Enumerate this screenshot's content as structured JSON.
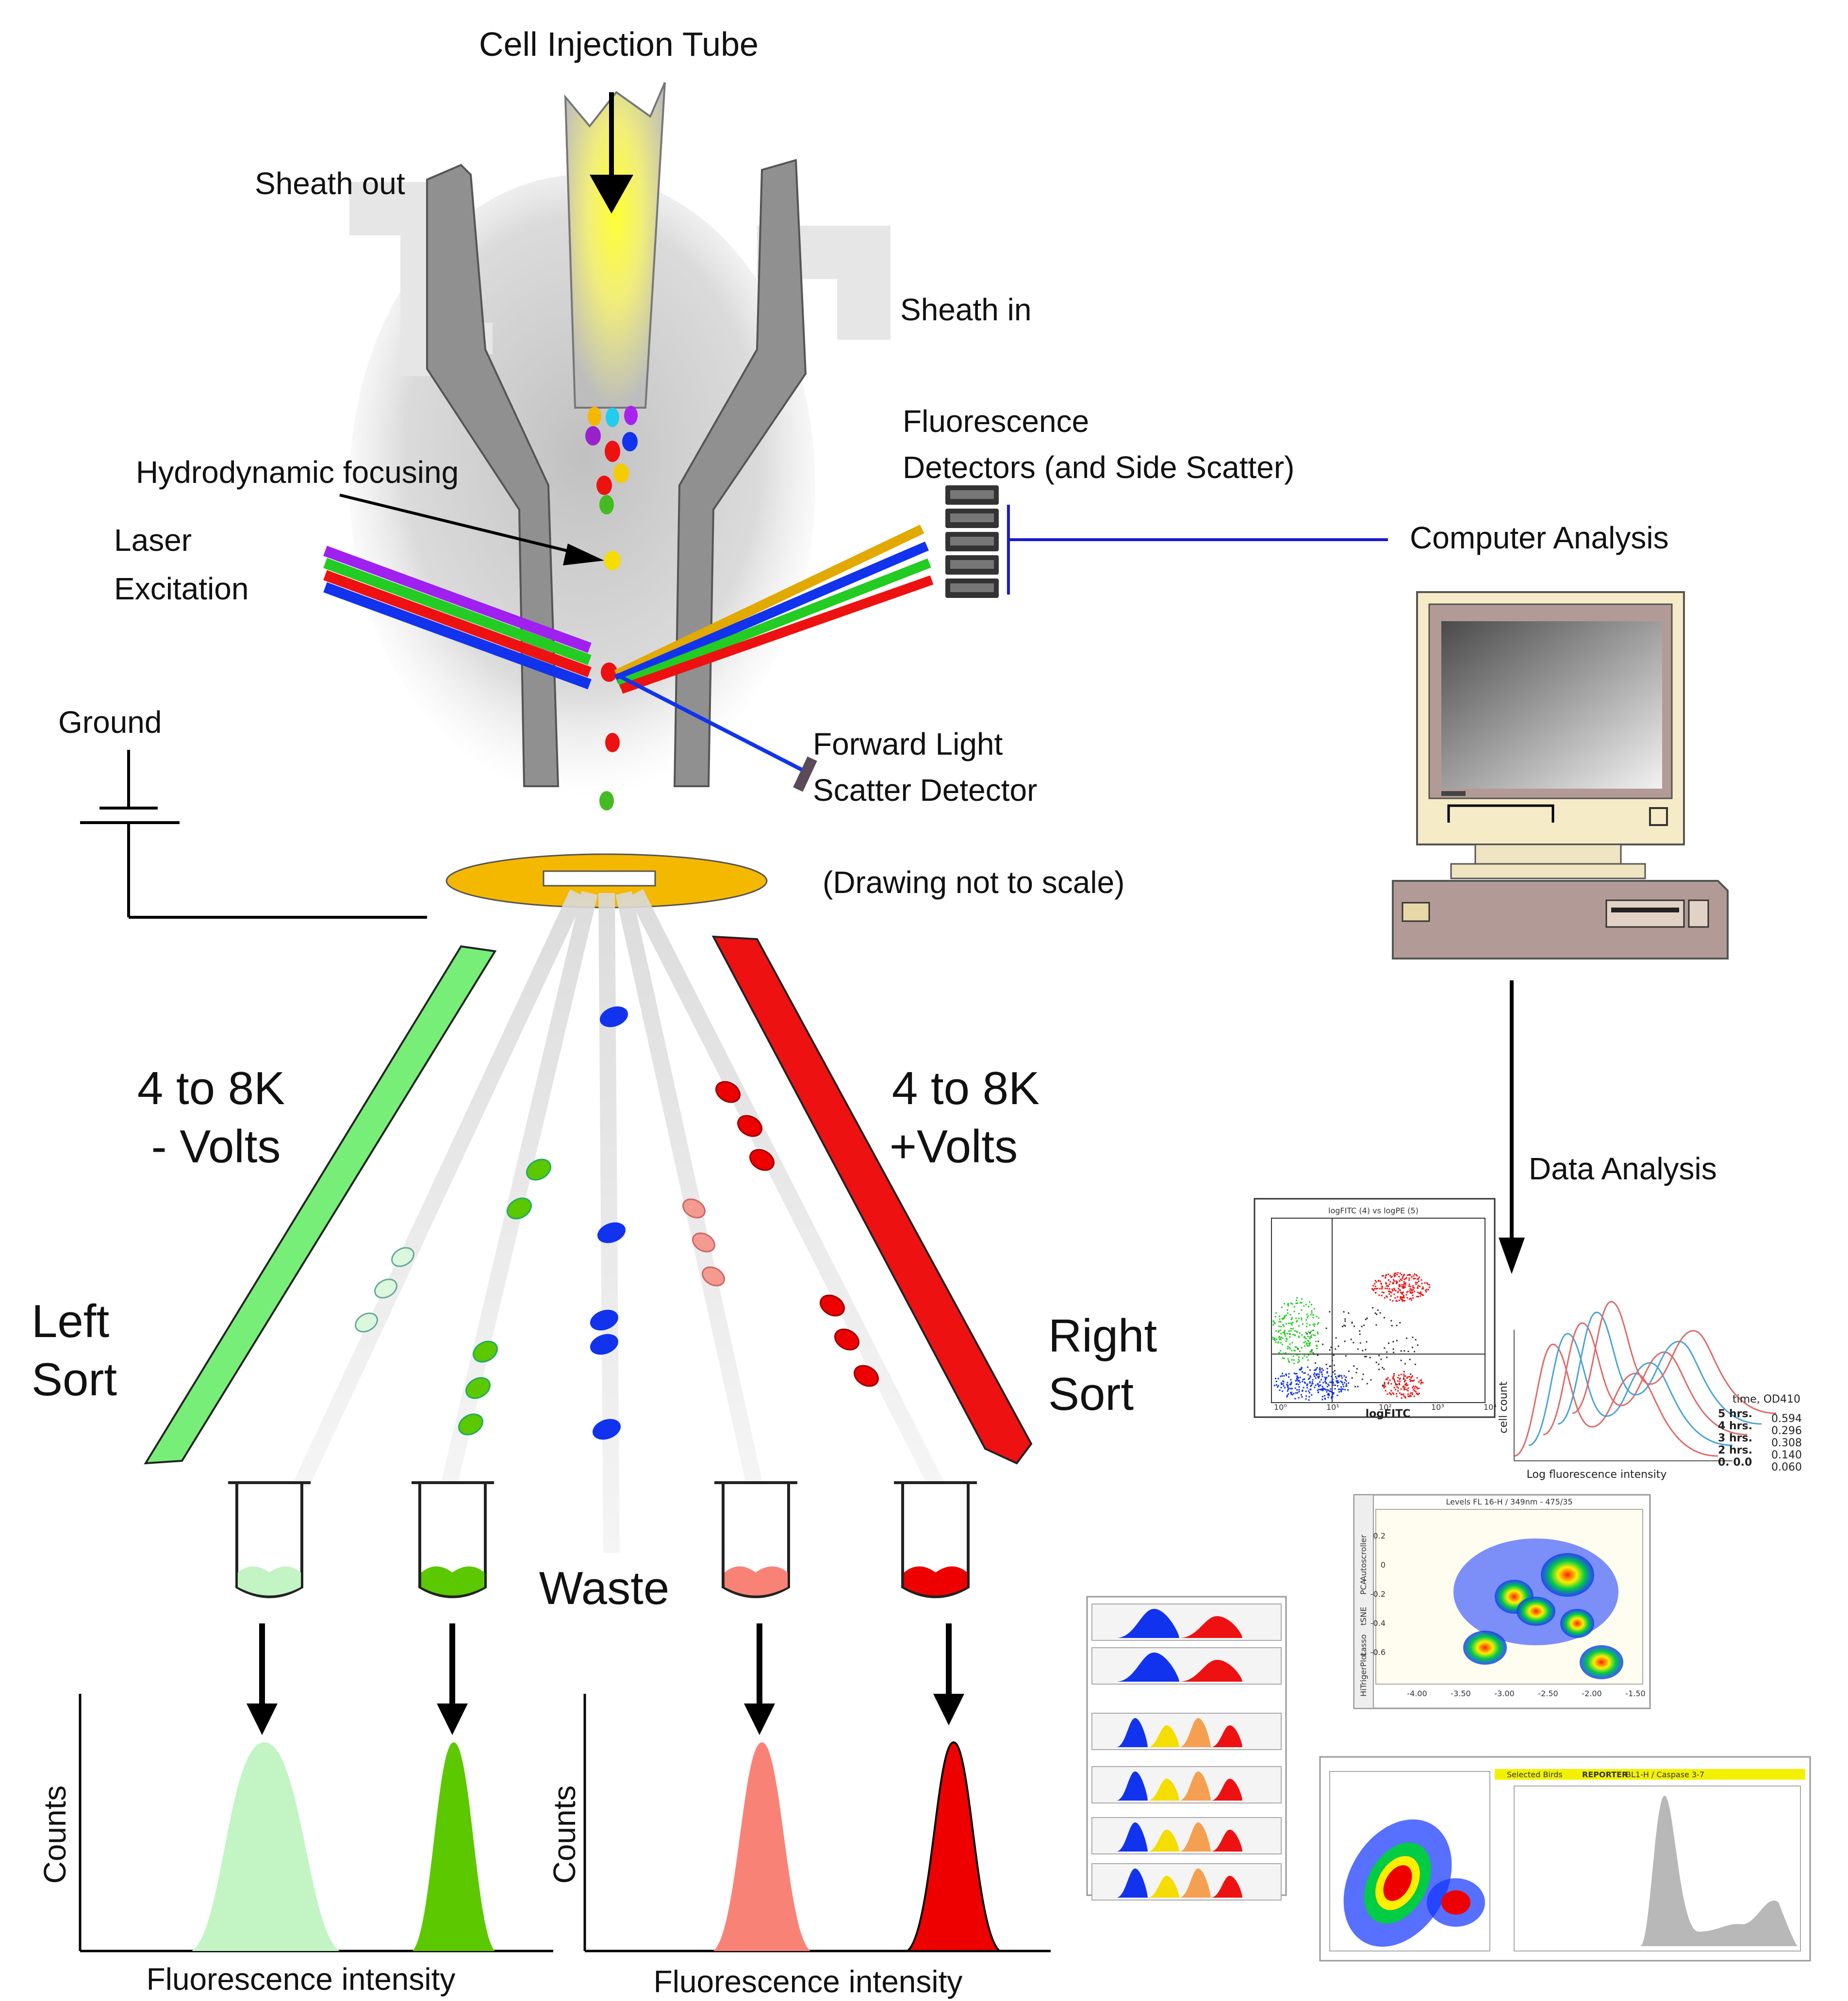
{
  "labels": {
    "cell_injection_tube": "Cell Injection Tube",
    "sheath_out": "Sheath out",
    "sheath_in": "Sheath in",
    "fluorescence_detectors_line1": "Fluorescence",
    "fluorescence_detectors_line2": "Detectors (and Side Scatter)",
    "hydrodynamic_focusing": "Hydrodynamic focusing",
    "laser_line1": "Laser",
    "laser_line2": "Excitation",
    "computer_analysis": "Computer Analysis",
    "ground": "Ground",
    "forward_scatter_line1": "Forward Light",
    "forward_scatter_line2": "Scatter Detector",
    "drawing_not_to_scale": "(Drawing not to scale)",
    "left_volts_line1": "4 to 8K",
    "left_volts_line2": "- Volts",
    "right_volts_line1": "4 to 8K",
    "right_volts_line2": "+Volts",
    "left_sort_line1": "Left",
    "left_sort_line2": "Sort",
    "right_sort_line1": "Right",
    "right_sort_line2": "Sort",
    "waste": "Waste",
    "data_analysis": "Data Analysis",
    "counts_left": "Counts",
    "counts_right": "Counts",
    "fluorescence_intensity_left": "Fluorescence intensity",
    "fluorescence_intensity_right": "Fluorescence intensity"
  },
  "thumbnails": {
    "dotplot_title": "logFITC (4) vs logPE (5)",
    "dotplot_xlabel": "logFITC",
    "dotplot_xticks": [
      "10⁰",
      "10¹",
      "10²",
      "10³",
      "10⁴"
    ],
    "histogram3d_xlabel": "Log fluorescence intensity",
    "histogram3d_ylabel": "cell count",
    "histogram3d_header": "time, OD410",
    "histogram3d_rows": [
      {
        "time": "5 hrs.",
        "od": "0.594"
      },
      {
        "time": "4 hrs.",
        "od": "0.296"
      },
      {
        "time": "3 hrs.",
        "od": "0.308"
      },
      {
        "time": "2 hrs.",
        "od": "0.140"
      },
      {
        "time": "0. 0.0",
        "od": "0.060"
      }
    ],
    "cluster_title": "Levels FL 16-H / 349nm - 475/35",
    "cluster_side_tabs": [
      "Autoscroller",
      "PCA",
      "tSNE",
      "Lasso",
      "HiTrigerPlot"
    ],
    "cluster_xticks": [
      "-4.00",
      "-3.50",
      "-3.00",
      "-2.50",
      "-2.00",
      "-1.50"
    ],
    "cluster_yticks": [
      "0.2",
      "0",
      "-0.2",
      "-0.4",
      "-0.6"
    ],
    "reporter_label": "REPORTER",
    "reporter_value": "BL1-H / Caspase 3-7",
    "selected_birds": "Selected Birds"
  },
  "colors": {
    "laser_violet": "#a020f0",
    "laser_green": "#22cc22",
    "laser_red": "#ee1111",
    "laser_blue": "#1133ee",
    "left_plate": "#77ee77",
    "right_plate": "#ee1111",
    "ring": "#f5b800",
    "pale_green": "#c2f4c4",
    "green": "#5cc800",
    "pink": "#f98277",
    "red": "#ee0000"
  }
}
